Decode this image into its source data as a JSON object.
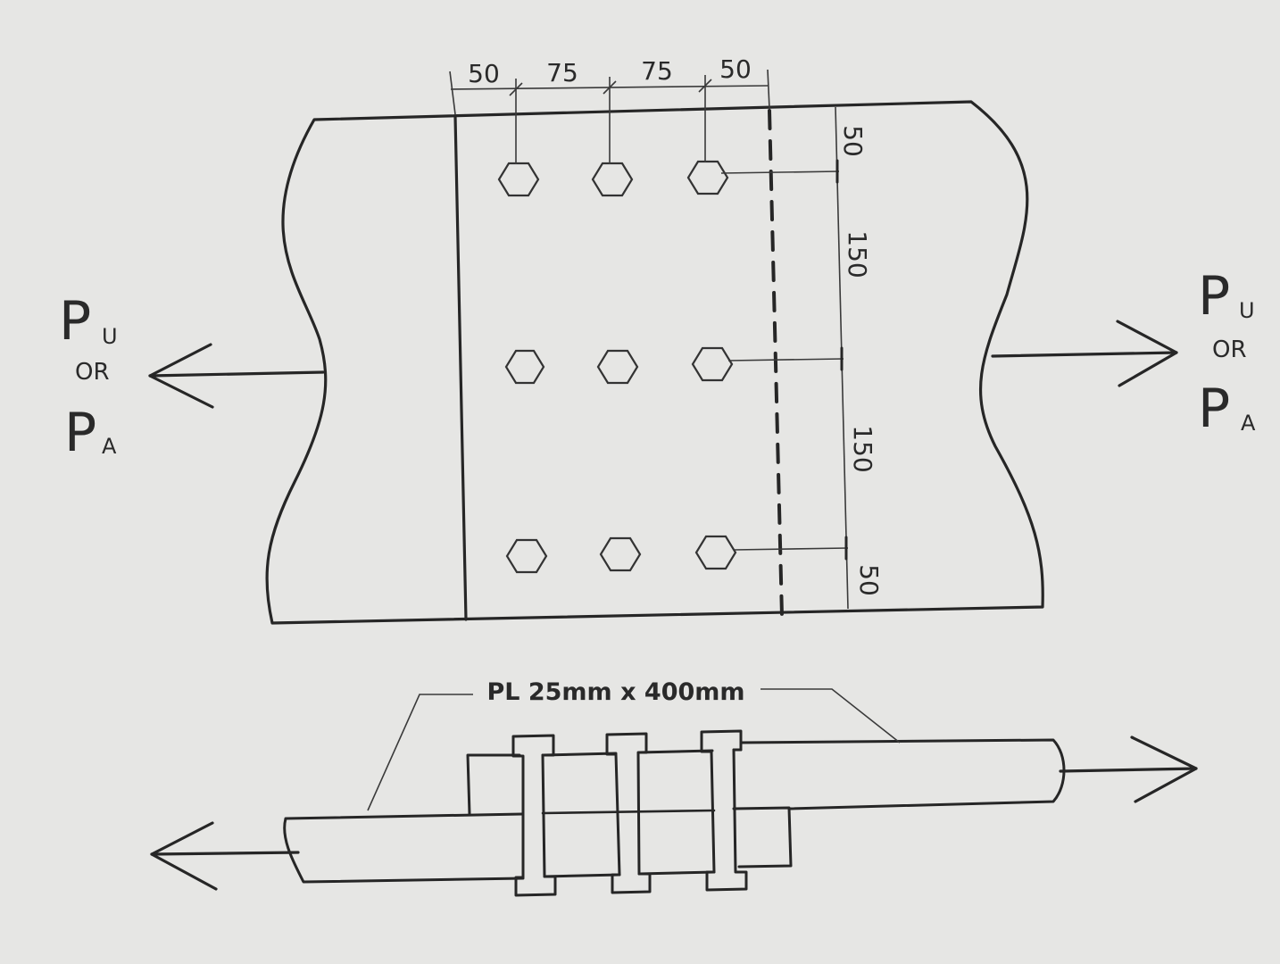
{
  "dims_top": [
    "50",
    "75",
    "75",
    "50"
  ],
  "dims_side": [
    "50",
    "150",
    "150",
    "50"
  ],
  "load_left": {
    "main1": "P",
    "sub1": "U",
    "or": "OR",
    "main2": "P",
    "sub2": "A"
  },
  "load_right": {
    "main1": "P",
    "sub1": "U",
    "or": "OR",
    "main2": "P",
    "sub2": "A"
  },
  "plate_label": "PL 25mm x 400mm"
}
